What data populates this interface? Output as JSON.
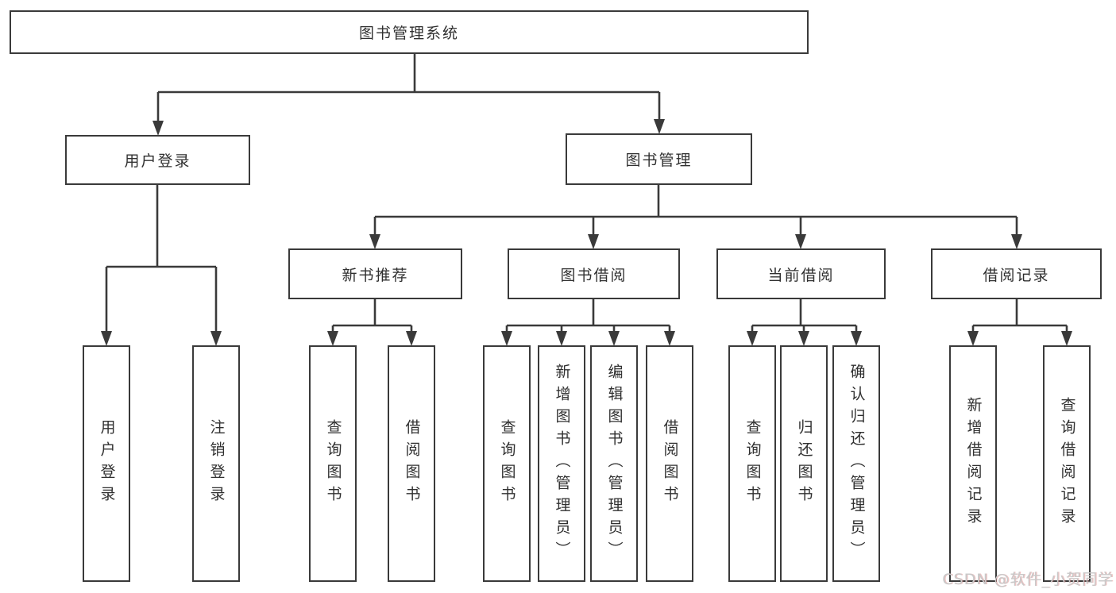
{
  "tree": {
    "root": {
      "label": "图书管理系统",
      "children": [
        {
          "label": "用户登录",
          "children": [
            {
              "label": "用户登录"
            },
            {
              "label": "注销登录"
            }
          ]
        },
        {
          "label": "图书管理",
          "children": [
            {
              "label": "新书推荐",
              "children": [
                {
                  "label": "查询图书"
                },
                {
                  "label": "借阅图书"
                }
              ]
            },
            {
              "label": "图书借阅",
              "children": [
                {
                  "label": "查询图书"
                },
                {
                  "label": "新增图书（管理员）"
                },
                {
                  "label": "编辑图书（管理员）"
                },
                {
                  "label": "借阅图书"
                }
              ]
            },
            {
              "label": "当前借阅",
              "children": [
                {
                  "label": "查询图书"
                },
                {
                  "label": "归还图书"
                },
                {
                  "label": "确认归还（管理员）"
                }
              ]
            },
            {
              "label": "借阅记录",
              "children": [
                {
                  "label": "新增借阅记录"
                },
                {
                  "label": "查询借阅记录"
                }
              ]
            }
          ]
        }
      ]
    }
  },
  "watermark": {
    "text": "CSDN @软件_小贺同学"
  },
  "colors": {
    "background": "#ffffff",
    "line": "#3a3a3a",
    "text": "#303030",
    "watermark": "#c9c9c9"
  }
}
